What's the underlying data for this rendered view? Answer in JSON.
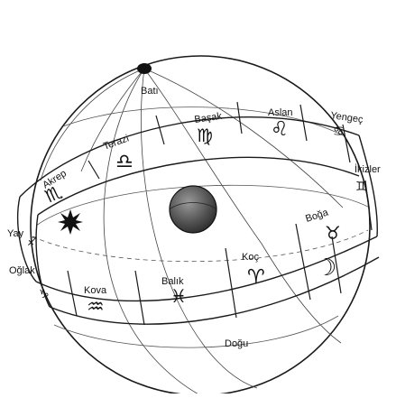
{
  "directions": {
    "top": "Batı",
    "bottom": "Doğu"
  },
  "signs": [
    {
      "name": "Akrep",
      "symbol": "♏"
    },
    {
      "name": "Terazi",
      "symbol": "♎"
    },
    {
      "name": "Başak",
      "symbol": "♍"
    },
    {
      "name": "Aslan",
      "symbol": "♌"
    },
    {
      "name": "Yengeç",
      "symbol": "♋"
    },
    {
      "name": "İkizler",
      "symbol": "♊"
    },
    {
      "name": "Boğa",
      "symbol": "♉"
    },
    {
      "name": "Koç",
      "symbol": "♈"
    },
    {
      "name": "Balık",
      "symbol": "♓"
    },
    {
      "name": "Kova",
      "symbol": "♒"
    },
    {
      "name": "Oğlak",
      "symbol": "♑"
    },
    {
      "name": "Yay",
      "symbol": "♐"
    }
  ],
  "moon_symbol": "☽",
  "colors": {
    "line": "#1a1a1a",
    "earth": "#555555",
    "background": "#ffffff"
  }
}
